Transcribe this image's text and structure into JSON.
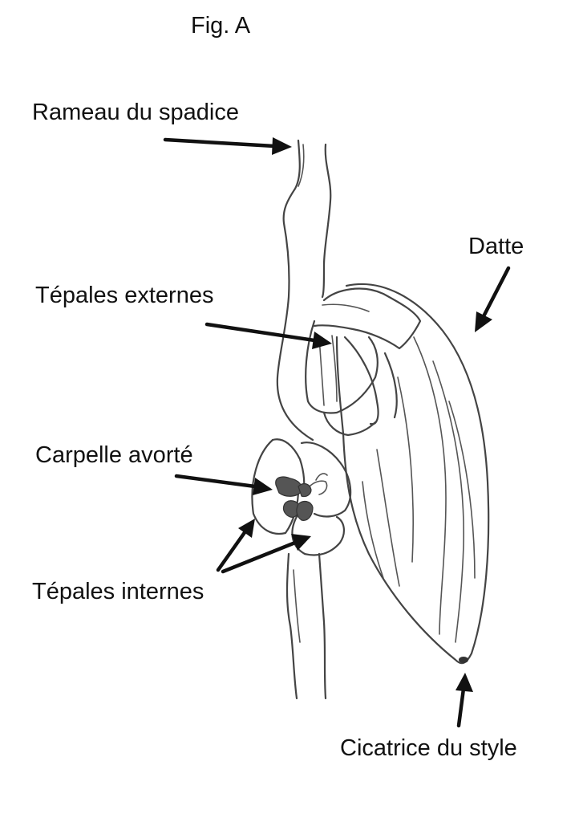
{
  "figure": {
    "title": "Fig. A",
    "labels": {
      "spadix_branch": "Rameau du spadice",
      "date": "Datte",
      "outer_tepals": "Tépales externes",
      "aborted_carpel": "Carpelle avorté",
      "inner_tepals": "Tépales internes",
      "style_scar": "Cicatrice du style"
    }
  },
  "colors": {
    "line": "#444444",
    "arrow": "#111111",
    "carpel_fill": "#555555",
    "background": "#ffffff"
  }
}
